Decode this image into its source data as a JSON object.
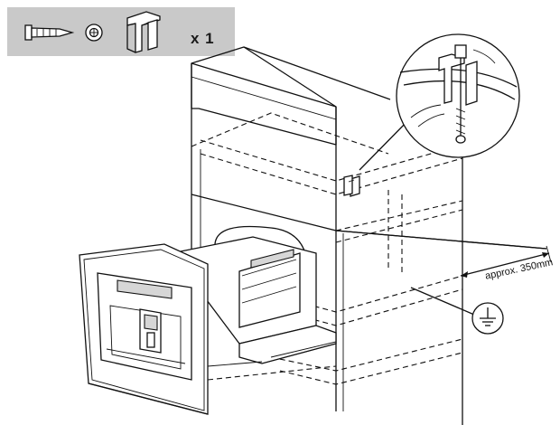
{
  "parts": {
    "quantity": "x 1",
    "items": [
      {
        "icon": "screw-icon"
      },
      {
        "icon": "washer-icon"
      },
      {
        "icon": "bracket-icon"
      }
    ]
  },
  "dimension": {
    "label": "approx. 350mm"
  },
  "symbols": {
    "ground": "ground-symbol-icon",
    "magnifier": "detail-magnifier"
  }
}
